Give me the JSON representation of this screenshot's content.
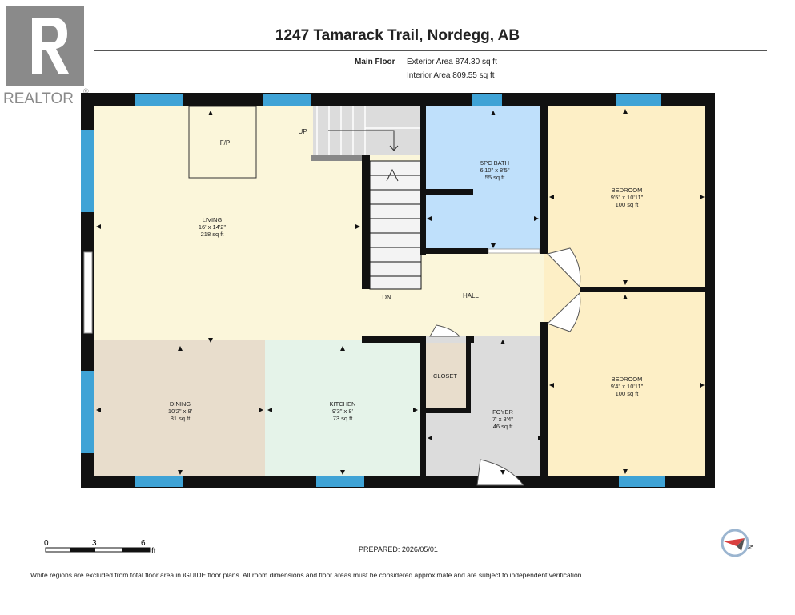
{
  "logo": {
    "text": "REALTOR",
    "mark": "®"
  },
  "header": {
    "title": "1247 Tamarack Trail, Nordegg, AB",
    "floor": "Main Floor",
    "exterior_area": "Exterior Area 874.30 sq ft",
    "interior_area": "Interior Area 809.55 sq ft"
  },
  "rooms": {
    "living": {
      "name": "LIVING",
      "dims": "16' x 14'2\"",
      "area": "218 sq ft"
    },
    "bath": {
      "name": "5PC BATH",
      "dims": "6'10\" x 8'5\"",
      "area": "55 sq ft"
    },
    "bedroom1": {
      "name": "BEDROOM",
      "dims": "9'5\" x 10'11\"",
      "area": "100 sq ft"
    },
    "bedroom2": {
      "name": "BEDROOM",
      "dims": "9'4\" x 10'11\"",
      "area": "100 sq ft"
    },
    "dining": {
      "name": "DINING",
      "dims": "10'2\" x 8'",
      "area": "81 sq ft"
    },
    "kitchen": {
      "name": "KITCHEN",
      "dims": "9'3\" x 8'",
      "area": "73 sq ft"
    },
    "foyer": {
      "name": "FOYER",
      "dims": "7' x 8'4\"",
      "area": "46 sq ft"
    },
    "closet": {
      "name": "CLOSET"
    },
    "hall": {
      "name": "HALL"
    }
  },
  "labels": {
    "fireplace": "F/P",
    "stairs_up": "UP",
    "stairs_down": "DN"
  },
  "scale": {
    "ticks": [
      "0",
      "3",
      "6"
    ],
    "unit": "ft"
  },
  "prepared": "PREPARED: 2026/05/01",
  "compass": {
    "label": "N"
  },
  "disclaimer": "White regions are excluded from total floor area in iGUIDE floor plans. All room dimensions and floor areas must be considered approximate and are subject to independent verification.",
  "colors": {
    "living": "#fbf6da",
    "bath": "#bfe0fb",
    "bedroom": "#fdefc6",
    "dining": "#e8ddcc",
    "kitchen": "#e5f3e9",
    "foyer": "#dcdcdc",
    "closet": "#e8ddcc",
    "wall": "#111111",
    "window": "#3fa3d6"
  }
}
